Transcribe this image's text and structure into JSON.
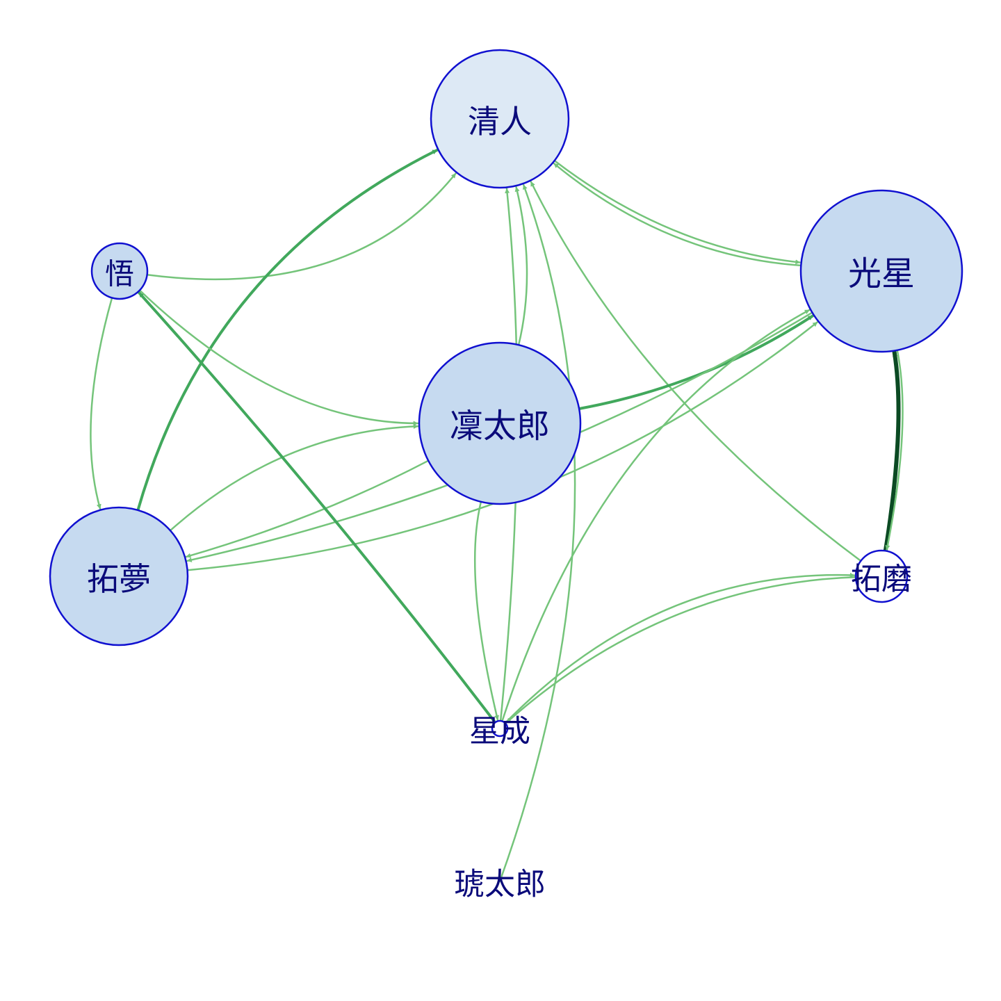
{
  "graph": {
    "nodes": [
      {
        "id": "kiyoto",
        "label": "清人",
        "size": "large",
        "fill": "#dde9f5"
      },
      {
        "id": "kousei",
        "label": "光星",
        "size": "xlarge",
        "fill": "#c6daf0"
      },
      {
        "id": "satoru",
        "label": "悟",
        "size": "small",
        "fill": "#c6daf0"
      },
      {
        "id": "rintaro",
        "label": "凜太郎",
        "size": "xlarge",
        "fill": "#c6daf0"
      },
      {
        "id": "takumu",
        "label": "拓夢",
        "size": "large",
        "fill": "#c6daf0"
      },
      {
        "id": "takuma",
        "label": "拓磨",
        "size": "tiny",
        "fill": "#ffffff"
      },
      {
        "id": "seijo",
        "label": "星成",
        "size": "dot",
        "fill": "#ffffff"
      },
      {
        "id": "kotaro",
        "label": "琥太郎",
        "size": "none",
        "fill": "none"
      }
    ],
    "edges": [
      {
        "from": "satoru",
        "to": "kiyoto",
        "weight": 1
      },
      {
        "from": "takumu",
        "to": "kiyoto",
        "weight": 2
      },
      {
        "from": "kotaro",
        "to": "kiyoto",
        "weight": 1
      },
      {
        "from": "rintaro",
        "to": "kiyoto",
        "weight": 1
      },
      {
        "from": "seijo",
        "to": "kiyoto",
        "weight": 1
      },
      {
        "from": "takuma",
        "to": "kiyoto",
        "weight": 1
      },
      {
        "from": "kousei",
        "to": "kiyoto",
        "weight": 1
      },
      {
        "from": "kiyoto",
        "to": "kousei",
        "weight": 1
      },
      {
        "from": "rintaro",
        "to": "kousei",
        "weight": 2
      },
      {
        "from": "takumu",
        "to": "kousei",
        "weight": 1
      },
      {
        "from": "seijo",
        "to": "kousei",
        "weight": 1
      },
      {
        "from": "takuma",
        "to": "kousei",
        "weight": 4
      },
      {
        "from": "kousei",
        "to": "takuma",
        "weight": 1
      },
      {
        "from": "satoru",
        "to": "rintaro",
        "weight": 1
      },
      {
        "from": "takumu",
        "to": "rintaro",
        "weight": 1
      },
      {
        "from": "rintaro",
        "to": "takumu",
        "weight": 1
      },
      {
        "from": "kousei",
        "to": "takumu",
        "weight": 1
      },
      {
        "from": "satoru",
        "to": "takumu",
        "weight": 1
      },
      {
        "from": "seijo",
        "to": "satoru",
        "weight": 2
      },
      {
        "from": "seijo",
        "to": "takuma",
        "weight": 1
      },
      {
        "from": "takuma",
        "to": "seijo",
        "weight": 1
      },
      {
        "from": "rintaro",
        "to": "seijo",
        "weight": 1
      }
    ],
    "colors": {
      "node_stroke": "#1010d0",
      "label": "#0a0a7a",
      "edge_w1": "#74c47a",
      "edge_w2": "#41a85c",
      "edge_w4": "#0b4a23"
    }
  }
}
